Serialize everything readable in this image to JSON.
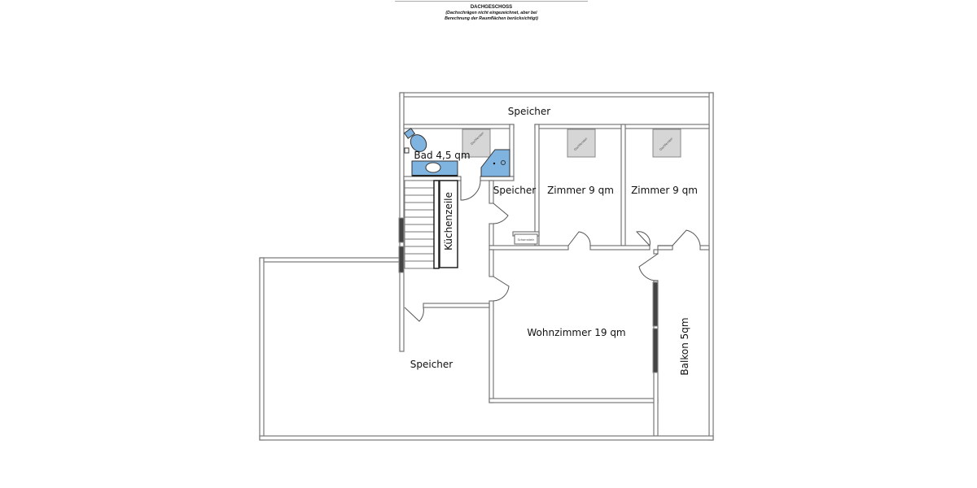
{
  "header": {
    "title": "DACHGESCHOSS",
    "subtitle_line1": "(Dachschrägen nicht eingezeichnet, aber bei",
    "subtitle_line2": "Berechnung der Raumflächen berücksichtigt)"
  },
  "rooms": {
    "speicher_top": "Speicher",
    "bad": "Bad 4,5 qm",
    "speicher_small": "Speicher",
    "zimmer1": "Zimmer 9 qm",
    "zimmer2": "Zimmer 9 qm",
    "kuechenzeile": "Küchenzeile",
    "wohnzimmer": "Wohnzimmer 19 qm",
    "balkon": "Balkon 5qm",
    "speicher_large": "Speicher"
  },
  "fixtures": {
    "dachfenster": "Dachfenster",
    "schornstein": "Schornstein"
  },
  "colors": {
    "wall": "#777777",
    "sanitary": "#7fb3e0",
    "skylight": "#d6d6d6"
  }
}
